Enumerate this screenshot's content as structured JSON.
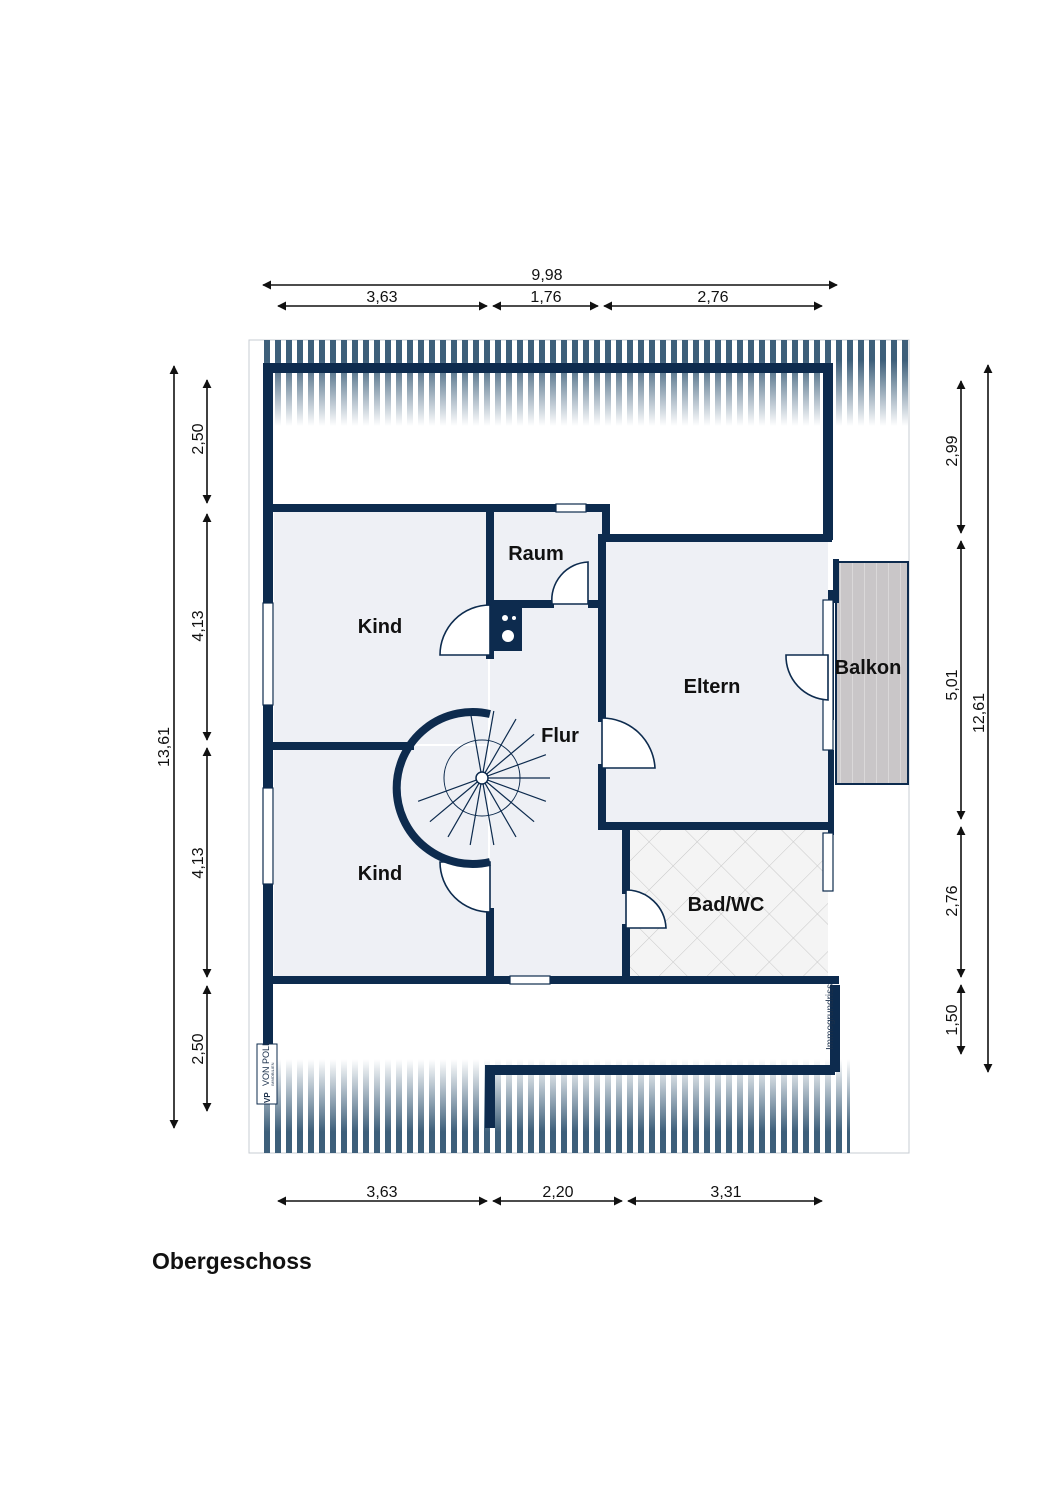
{
  "floor_name": "Obergeschoss",
  "rooms": {
    "kind_top": "Kind",
    "kind_bottom": "Kind",
    "raum": "Raum",
    "flur": "Flur",
    "eltern": "Eltern",
    "balkon": "Balkon",
    "bad": "Bad/WC"
  },
  "dimensions": {
    "top_total": "9,98",
    "top_segments": [
      "3,63",
      "1,76",
      "2,76"
    ],
    "bottom_segments": [
      "3,63",
      "2,20",
      "3,31"
    ],
    "left_total": "13,61",
    "left_segments": [
      "2,50",
      "4,13",
      "4,13",
      "2,50"
    ],
    "right_total": "12,61",
    "right_segments": [
      "2,99",
      "5,01",
      "2,76",
      "1,50"
    ]
  },
  "branding": {
    "immogrundriss": "Immogrundriss",
    "vonpoll": "VON POLL",
    "vonpoll_sub": "IMMOBILIEN",
    "vp": "VP"
  },
  "colors": {
    "wall": "#0d2b4e",
    "room_fill": "#eef0f5",
    "roof_stripe": "#3d5f7a",
    "balcony": "#c9c6c8",
    "dimension": "#111111"
  }
}
